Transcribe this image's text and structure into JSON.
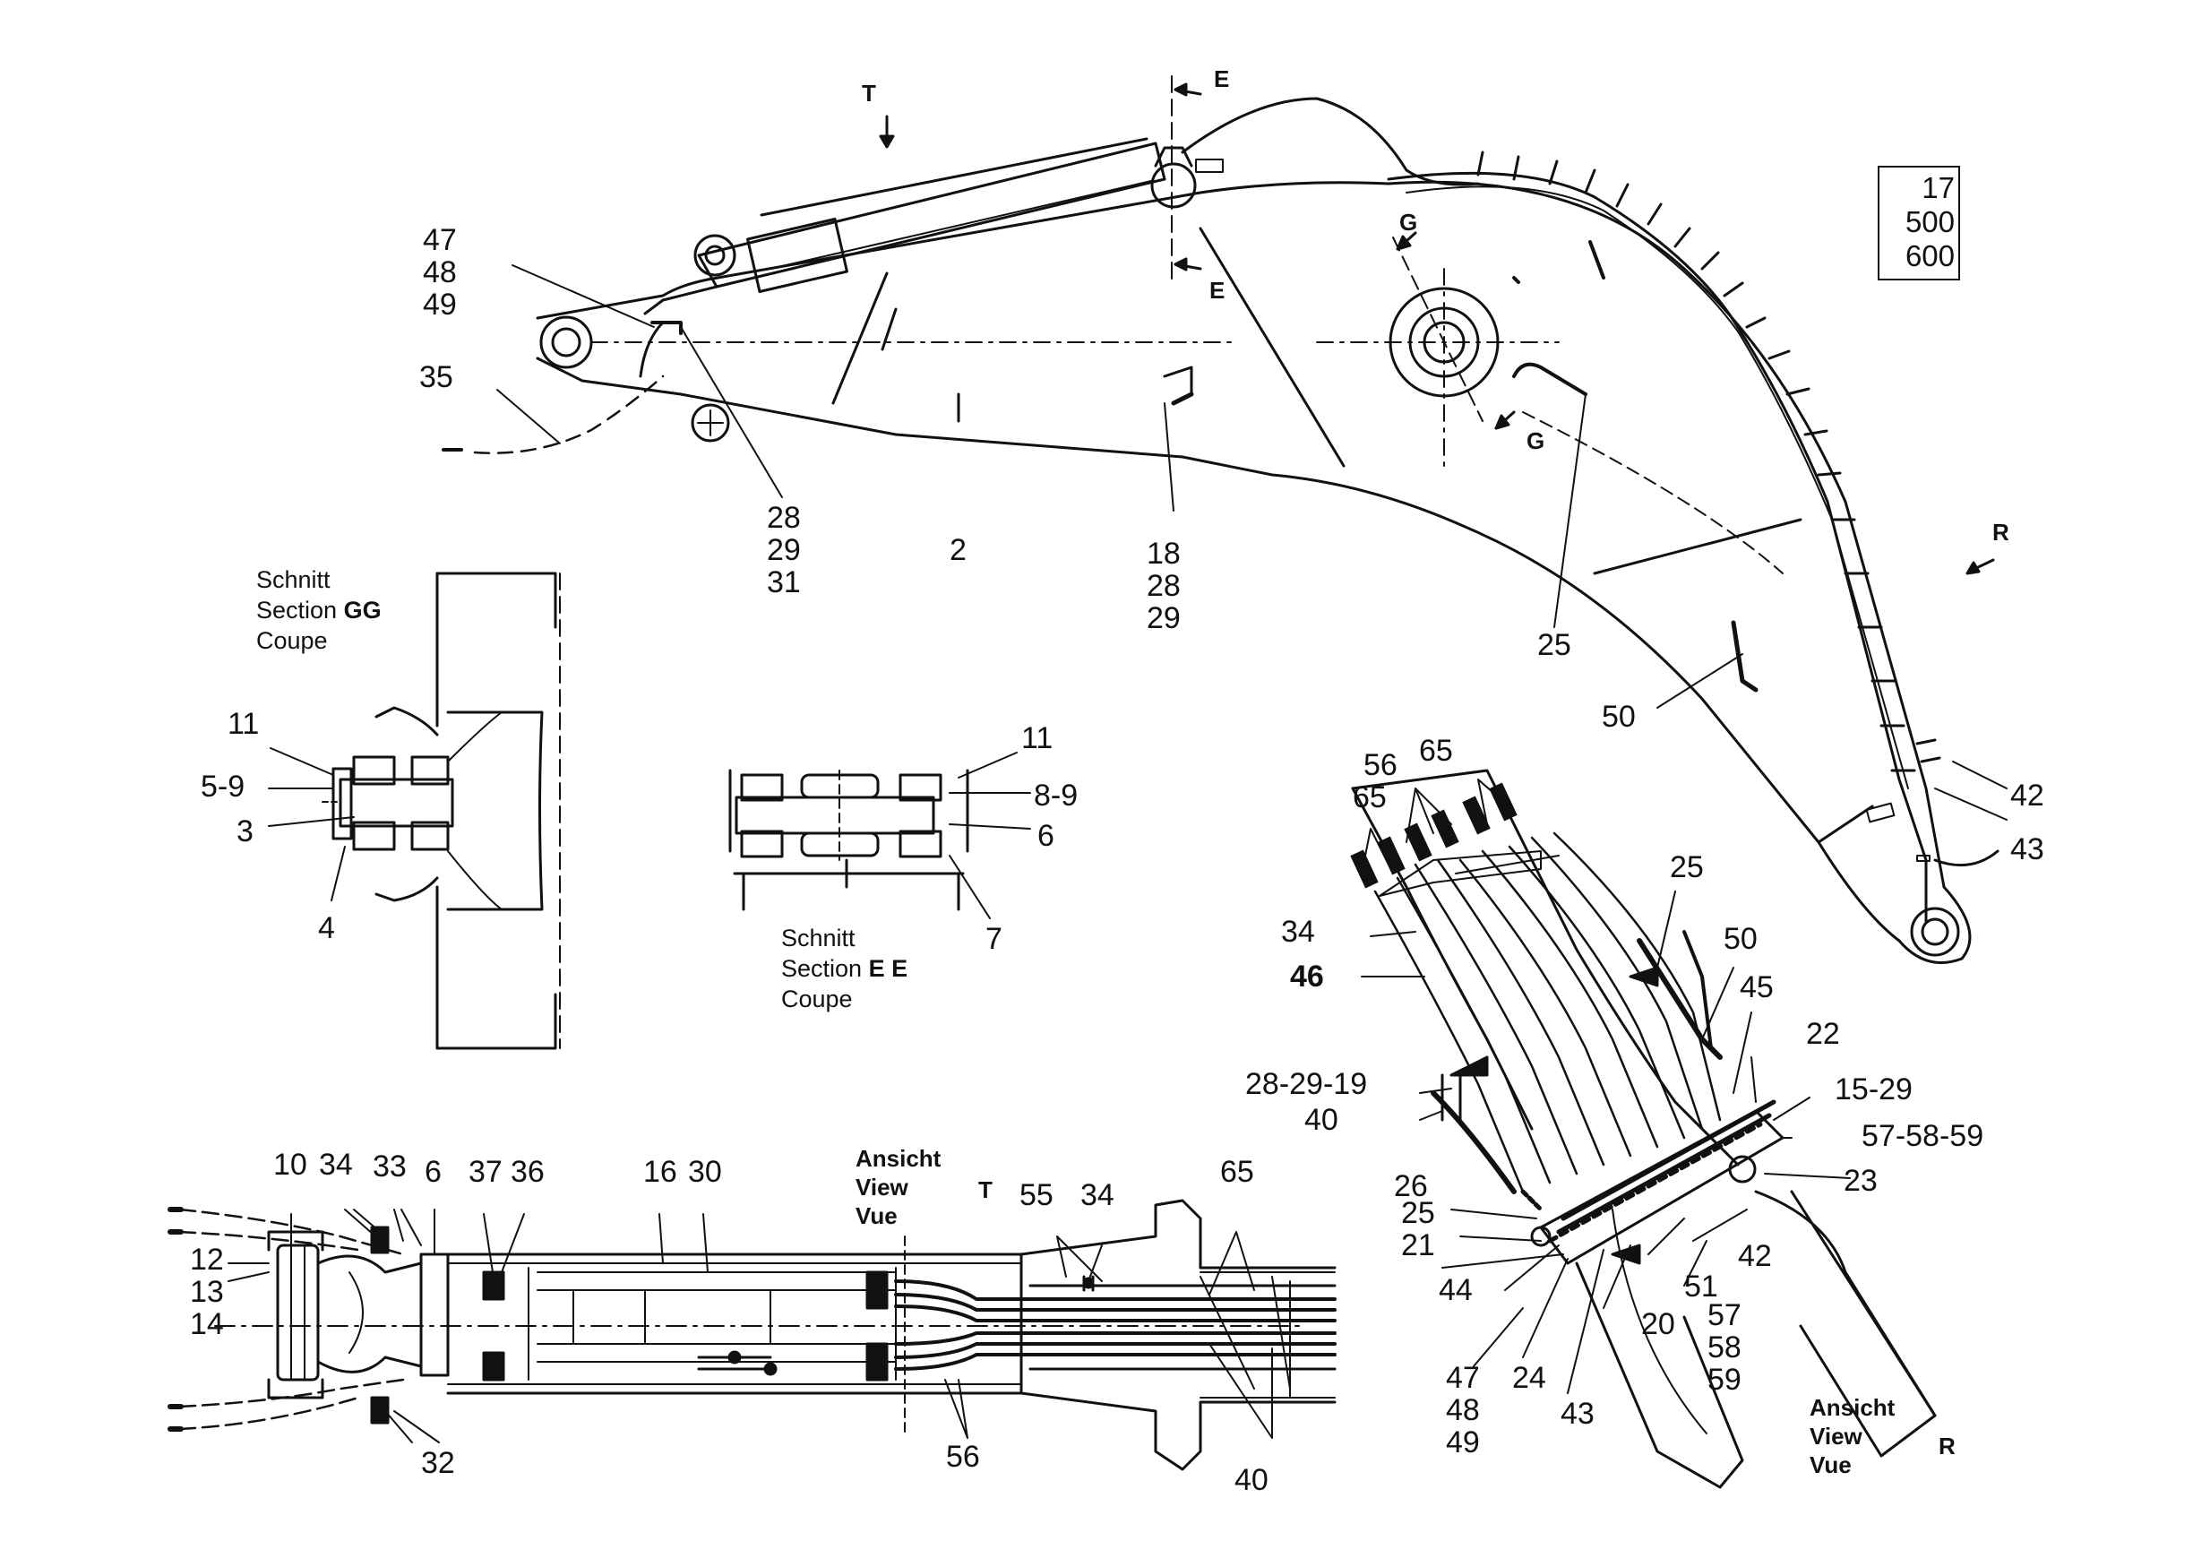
{
  "badge": [
    "17",
    "500",
    "600"
  ],
  "sections": {
    "gg": {
      "line1": "Schnitt",
      "line2": "Section",
      "line2_tag": "GG",
      "line3": "Coupe"
    },
    "ee": {
      "line1": "Schnitt",
      "line2": "Section",
      "line2_tag": "E E",
      "line3": "Coupe"
    },
    "view_t": {
      "line1": "Ansicht",
      "line2": "View",
      "line3": "Vue",
      "tag": "T"
    },
    "view_r": {
      "line1": "Ansicht",
      "line2": "View",
      "line3": "Vue",
      "tag": "R"
    }
  },
  "markers": {
    "t": "T",
    "e_top": "E",
    "e_bottom": "E",
    "g_top": "G",
    "g_bottom": "G",
    "r": "R"
  },
  "labels": {
    "n47_48_49_top": [
      "47",
      "48",
      "49"
    ],
    "n35": "35",
    "n28_29_31": [
      "28",
      "29",
      "31"
    ],
    "n2": "2",
    "n18_28_29": [
      "18",
      "28",
      "29"
    ],
    "n25_boom": "25",
    "n50_boom": "50",
    "n42_boom": "42",
    "n43_boom": "43",
    "n11_gg": "11",
    "n5_9": "5-9",
    "n3": "3",
    "n4": "4",
    "n11_ee": "11",
    "n8_9": "8-9",
    "n6_ee": "6",
    "n7": "7",
    "n10": "10",
    "n34_t": "34",
    "n33": "33",
    "n6_t": "6",
    "n37": "37",
    "n36": "36",
    "n16": "16",
    "n30": "30",
    "n55": "55",
    "n34_t2": "34",
    "n65_t": "65",
    "n12_13_14": [
      "12",
      "13",
      "14"
    ],
    "n32": "32",
    "n56_t": "56",
    "n40_t": "40",
    "n65_r1": "65",
    "n56_r": "56",
    "n65_r2": "65",
    "n25_r": "25",
    "n50_r": "50",
    "n34_r": "34",
    "n46": "46",
    "n45": "45",
    "n22": "22",
    "n28_29_19": "28-29-19",
    "n15_29": "15-29",
    "n40_r": "40",
    "n57_58_59_r": "57-58-59",
    "n26": "26",
    "n23": "23",
    "n25_r2": "25",
    "n21": "21",
    "n42_r": "42",
    "n44": "44",
    "n51": "51",
    "n57_58_59_col": [
      "57",
      "58",
      "59"
    ],
    "n20": "20",
    "n47_48_49_r": [
      "47",
      "48",
      "49"
    ],
    "n24": "24",
    "n43_r": "43"
  }
}
